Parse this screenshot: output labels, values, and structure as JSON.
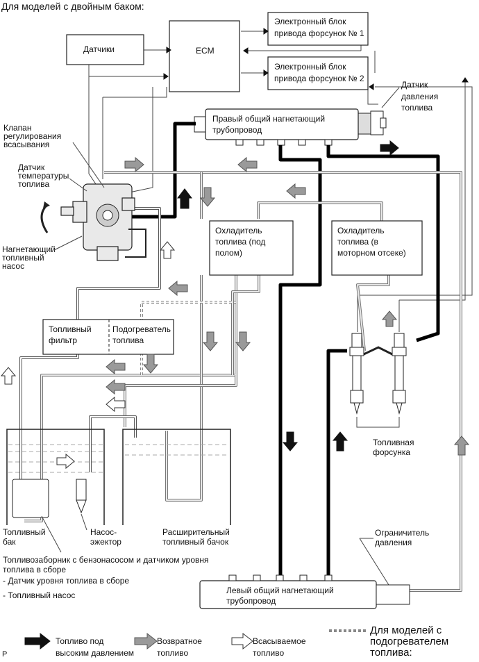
{
  "header": "Для моделей с двойным баком:",
  "blocks": {
    "sensors": "Датчики",
    "ecm": "ECM",
    "edu1_l1": "Электронный блок",
    "edu1_l2": "привода форсунок № 1",
    "edu2_l1": "Электронный блок",
    "edu2_l2": "привода форсунок № 2",
    "pressure_sensor_l1": "Датчик",
    "pressure_sensor_l2": "давления",
    "pressure_sensor_l3": "топлива",
    "right_rail_l1": "Правый общий нагнетающий",
    "right_rail_l2": "трубопровод",
    "scv_l1": "Клапан",
    "scv_l2": "регулирования",
    "scv_l3": "всасывания",
    "temp_sensor_l1": "Датчик",
    "temp_sensor_l2": "температуры",
    "temp_sensor_l3": "топлива",
    "pump_l1": "Нагнетающий",
    "pump_l2": "топливный",
    "pump_l3": "насос",
    "cooler_under_l1": "Охладитель",
    "cooler_under_l2": "топлива (под",
    "cooler_under_l3": "полом)",
    "cooler_engine_l1": "Охладитель",
    "cooler_engine_l2": "топлива (в",
    "cooler_engine_l3": "моторном отсеке)",
    "filter_l1": "Топливный",
    "filter_l2": "фильтр",
    "heater_l1": "Подогреватель",
    "heater_l2": "топлива",
    "injector_l1": "Топливная",
    "injector_l2": "форсунка",
    "tank_l1": "Топливный",
    "tank_l2": "бак",
    "ejector_l1": "Насос-",
    "ejector_l2": "эжектор",
    "expansion_l1": "Расширительный",
    "expansion_l2": "топливный бачок",
    "sender_l1": "Топливозаборник с бензонасосом и датчиком уровня",
    "sender_l2": "топлива в сборе",
    "sender_l3": "- Датчик уровня топлива в сборе",
    "sender_l4": "- Топливный насос",
    "limiter_l1": "Ограничитель",
    "limiter_l2": "давления",
    "left_rail_l1": "Левый общий нагнетающий",
    "left_rail_l2": "трубопровод"
  },
  "legend": {
    "hp_l1": "Топливо под",
    "hp_l2": "высоким давлением",
    "ret_l1": "Возвратное",
    "ret_l2": "топливо",
    "suc_l1": "Всасываемое",
    "suc_l2": "топливо",
    "heat_l1": "Для моделей с",
    "heat_l2": "подогревателем",
    "heat_l3": "топлива:"
  },
  "corner_mark": "P"
}
